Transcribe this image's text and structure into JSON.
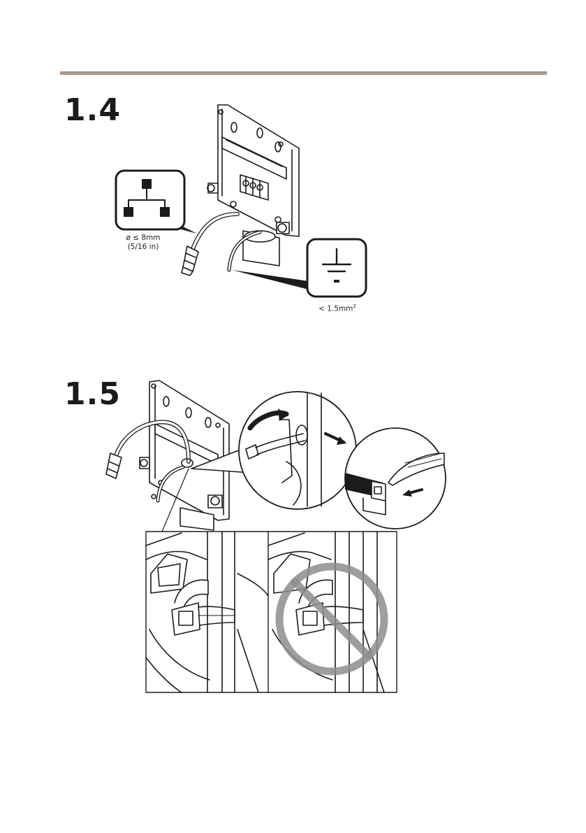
{
  "colors": {
    "rule": "#a8978c",
    "prohibition": "#8d8d8d",
    "ink": "#1b1b1b"
  },
  "steps": [
    {
      "number": "1.4"
    },
    {
      "number": "1.5"
    }
  ],
  "figure_1_4": {
    "network_icon": "network-topology-icon",
    "ground_icon": "ground-symbol-icon",
    "cable_diameter": "ø ≤ 8mm",
    "cable_diameter_imperial": "(5/16 in)",
    "wire_gauge": "< 1.5mm",
    "wire_gauge_exp": "2"
  },
  "figure_1_5": {
    "icons": [
      "cable-tie-icon",
      "cut-tie-icon",
      "prohibited-icon"
    ]
  }
}
